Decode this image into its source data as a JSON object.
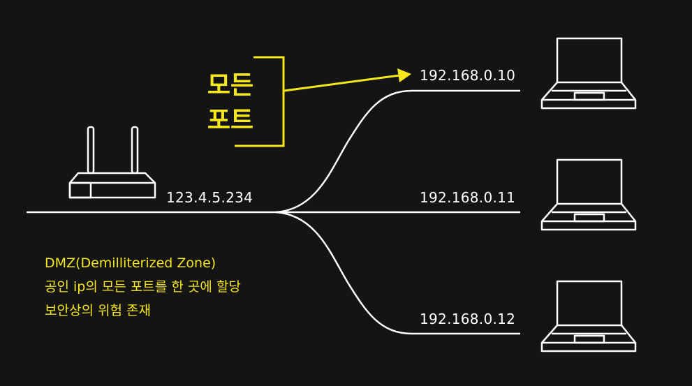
{
  "wan_ip": "123.4.5.234",
  "lan_ips": [
    "192.168.0.10",
    "192.168.0.11",
    "192.168.0.12"
  ],
  "all_ports_label": [
    "모든",
    "포트"
  ],
  "notes": [
    "DMZ(Demilliterized Zone)",
    "공인 ip의 모든 포트를 한 곳에 할당",
    "보안상의 위험 존재"
  ],
  "icons": [
    "router-icon",
    "laptop-icon"
  ],
  "colors": {
    "background": "#141414",
    "line": "#ffffff",
    "accent": "#f5e71c"
  }
}
